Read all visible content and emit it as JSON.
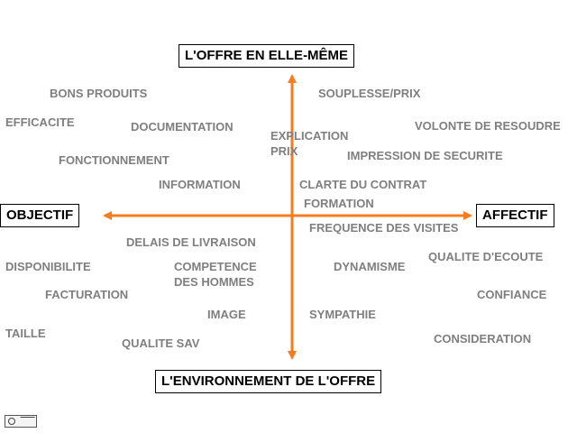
{
  "axis_color": "#f57c21",
  "term_color": "#7f7f7f",
  "axes": {
    "top": "L'OFFRE EN ELLE-MÊME",
    "bottom": "L'ENVIRONNEMENT DE L'OFFRE",
    "left": "OBJECTIF",
    "right": "AFFECTIF"
  },
  "terms": {
    "bons_produits": "BONS PRODUITS",
    "efficacite": "EFFICACITE",
    "documentation": "DOCUMENTATION",
    "fonctionnement": "FONCTIONNEMENT",
    "information": "INFORMATION",
    "souplesse_prix": "SOUPLESSE/PRIX",
    "explication_prix": [
      "EXPLICATION",
      "PRIX"
    ],
    "volonte_de_resoudre": "VOLONTE DE RESOUDRE",
    "impression_de_securite": "IMPRESSION DE SECURITE",
    "clarte_du_contrat": "CLARTE DU CONTRAT",
    "formation": "FORMATION",
    "delais_de_livraison": "DELAIS DE LIVRAISON",
    "disponibilite": "DISPONIBILITE",
    "competence_des_hommes": [
      "COMPETENCE",
      "DES HOMMES"
    ],
    "facturation": "FACTURATION",
    "image": "IMAGE",
    "taille": "TAILLE",
    "qualite_sav": "QUALITE SAV",
    "frequence_des_visites": "FREQUENCE DES VISITES",
    "qualite_d_ecoute": "QUALITE D'ECOUTE",
    "dynamisme": "DYNAMISME",
    "confiance": "CONFIANCE",
    "sympathie": "SYMPATHIE",
    "consideration": "CONSIDERATION"
  },
  "footer_icon": "slide-navigation-icon"
}
